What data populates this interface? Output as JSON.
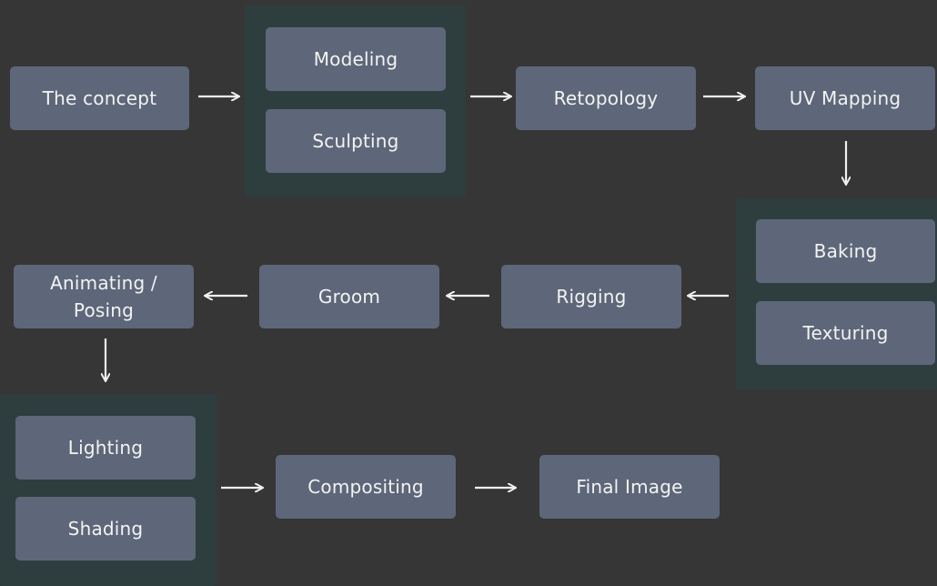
{
  "diagram": {
    "nodes": {
      "concept": "The concept",
      "modeling": "Modeling",
      "sculpting": "Sculpting",
      "retopology": "Retopology",
      "uv_mapping": "UV Mapping",
      "baking": "Baking",
      "texturing": "Texturing",
      "rigging": "Rigging",
      "groom": "Groom",
      "animating": "Animating / Posing",
      "lighting": "Lighting",
      "shading": "Shading",
      "compositing": "Compositing",
      "final_image": "Final Image"
    },
    "edges": [
      {
        "from": "The concept",
        "to": "Modeling / Sculpting"
      },
      {
        "from": "Modeling / Sculpting",
        "to": "Retopology"
      },
      {
        "from": "Retopology",
        "to": "UV Mapping"
      },
      {
        "from": "UV Mapping",
        "to": "Baking / Texturing"
      },
      {
        "from": "Baking / Texturing",
        "to": "Rigging"
      },
      {
        "from": "Rigging",
        "to": "Groom"
      },
      {
        "from": "Groom",
        "to": "Animating / Posing"
      },
      {
        "from": "Animating / Posing",
        "to": "Lighting / Shading"
      },
      {
        "from": "Lighting / Shading",
        "to": "Compositing"
      },
      {
        "from": "Compositing",
        "to": "Final Image"
      }
    ]
  },
  "colors": {
    "background": "#363636",
    "node_fill": "#5d6779",
    "group_fill": "#2e3e3e",
    "text": "#f3f3f3",
    "arrow": "#f0f0f0"
  }
}
